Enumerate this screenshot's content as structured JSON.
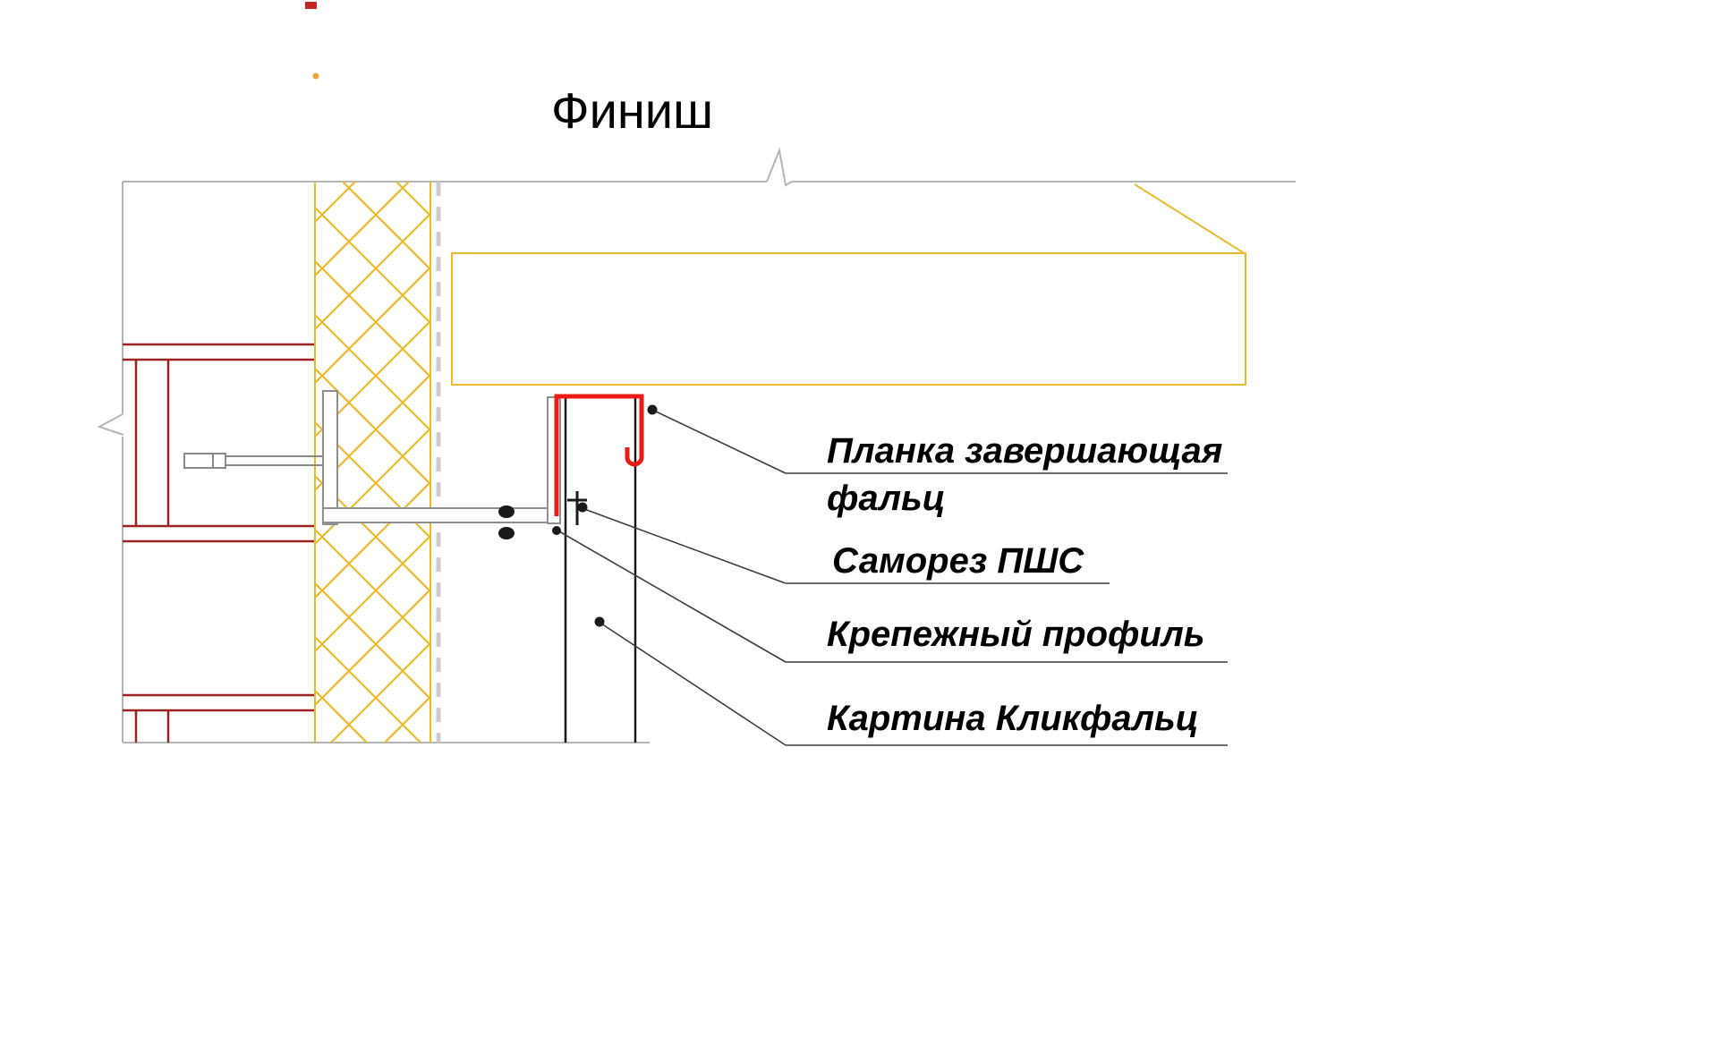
{
  "title": "Финиш",
  "labels": {
    "flashing": {
      "line1": "Планка завершающая",
      "line2": "фальц"
    },
    "screw": "Саморез ПШС",
    "profile": "Крепежный профиль",
    "panel": "Картина Кликфальц"
  },
  "colors": {
    "wall-red": "#9b2323",
    "insulation-gold": "#eaba2e",
    "membrane-gray": "#cbcbcb",
    "structure-gray": "#b5b5b5",
    "bracket-gray": "#8f8f8f",
    "anchor-gray": "#8a8a8a",
    "flashing-red": "#ec1c14",
    "line-black": "#1a1a1a",
    "leader": "#3c3c3c",
    "text": "#000000",
    "stray-red": "#c4251f",
    "stray-orange": "#e5a33c"
  }
}
